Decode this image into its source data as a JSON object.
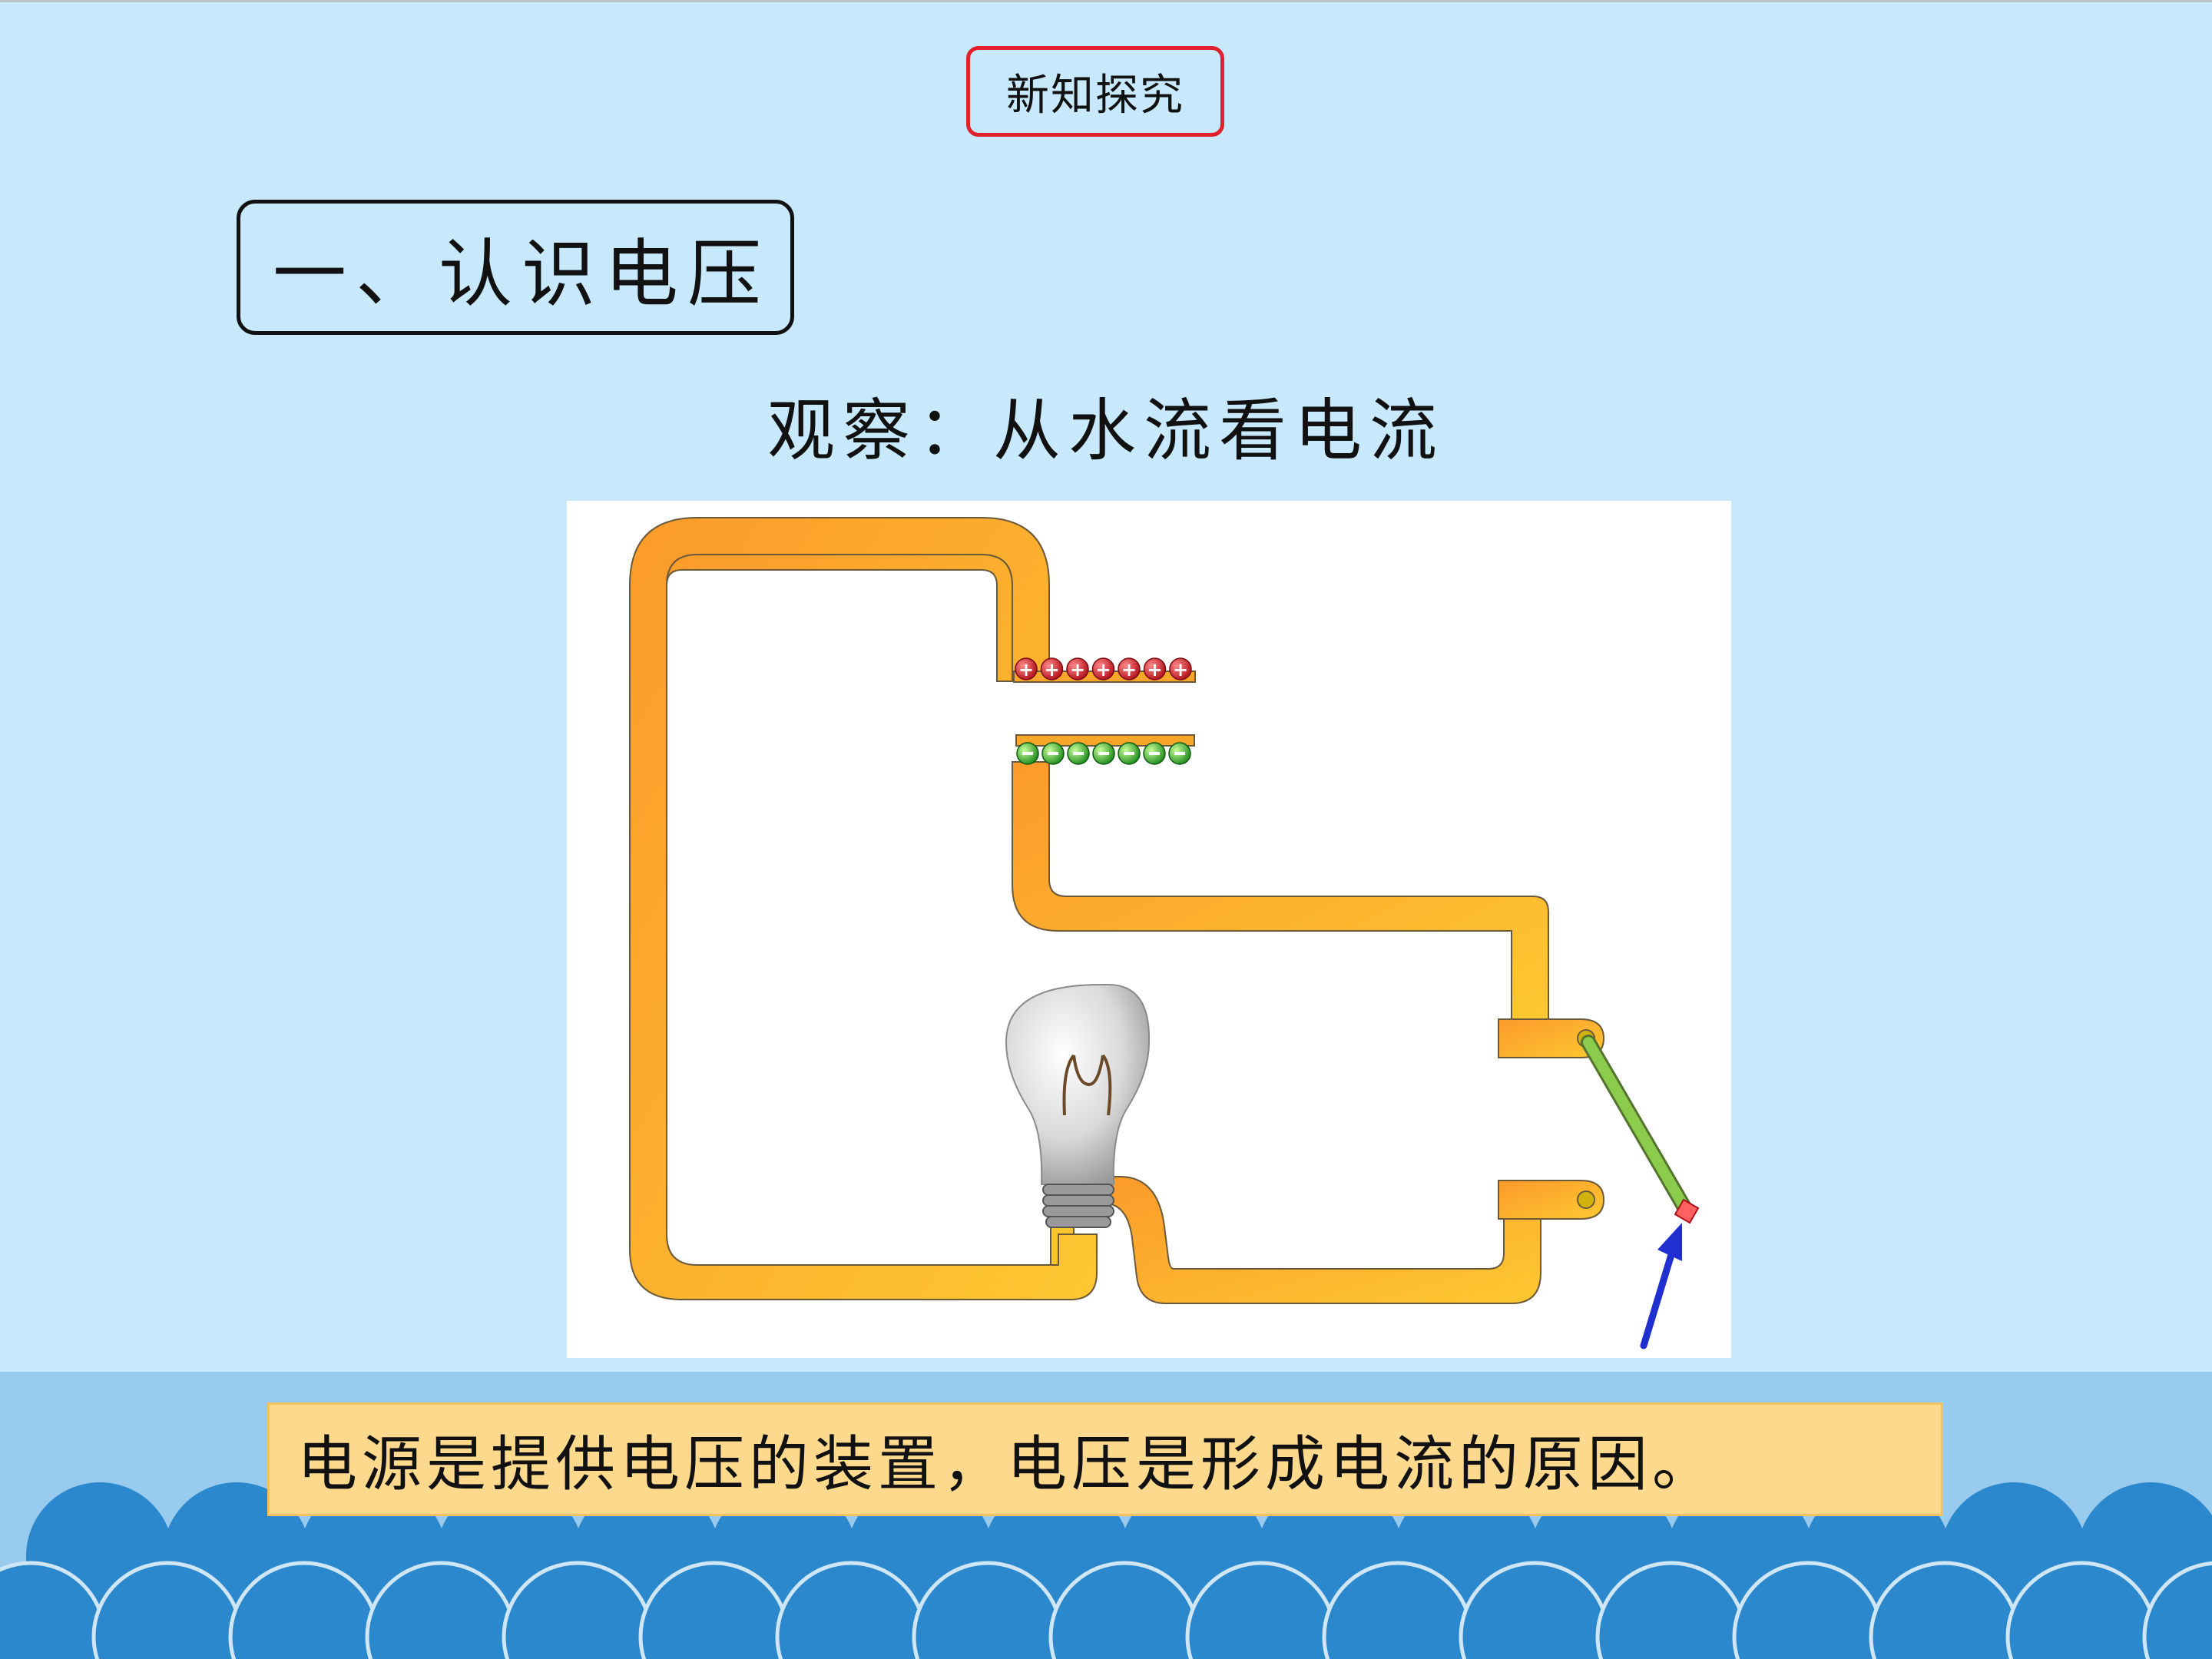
{
  "slide": {
    "tag": "新知探究",
    "section_title": "一、认识电压",
    "subtitle": "观察：从水流看电流",
    "caption": "电源是提供电压的装置，电压是形成电流的原因。"
  },
  "diagram": {
    "positive_charge_count": 7,
    "negative_charge_count": 7,
    "positive_symbol": "+"
  },
  "colors": {
    "background": "#c7e9fb",
    "tag_border": "#e0202a",
    "wire": "#fbb52b",
    "wire_outline": "#6b5a3a",
    "positive_charge": "#d81a28",
    "negative_charge": "#2eb82e",
    "switch_lever": "#8ccc4d",
    "arrow": "#1f2fd0",
    "caption_fill": "#fcd98c",
    "wave_dark": "#2c88cd",
    "wave_light": "#99cbee"
  }
}
